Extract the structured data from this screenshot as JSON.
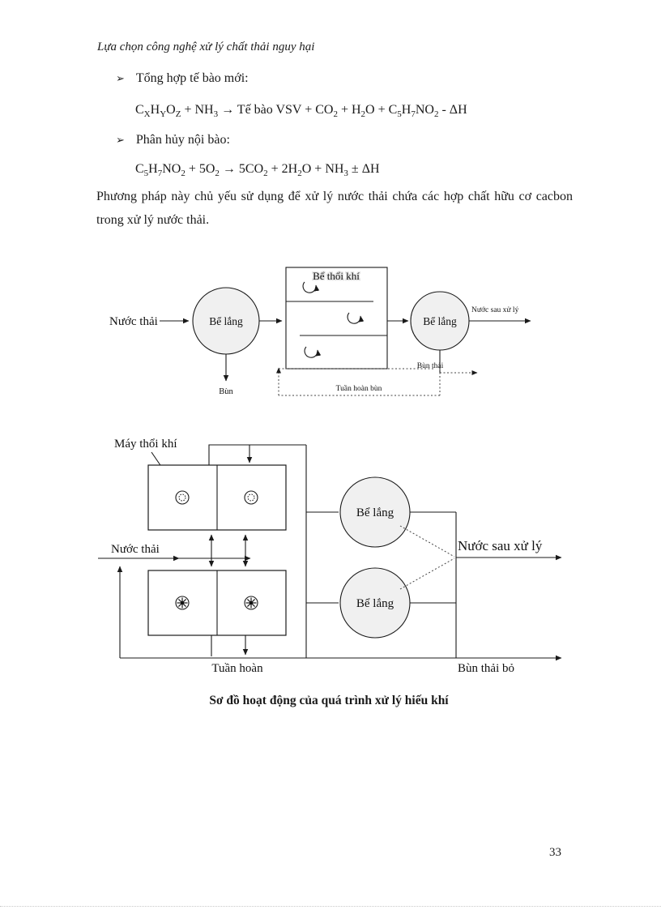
{
  "header": {
    "title": "Lựa chọn công nghệ xử lý chất thải nguy hại"
  },
  "content": {
    "bullet_marker": "➢",
    "bullet1": "Tổng hợp tế bào mới:",
    "equation1": [
      {
        "t": "C"
      },
      {
        "t": "X",
        "sub": true
      },
      {
        "t": "H"
      },
      {
        "t": "Y",
        "sub": true
      },
      {
        "t": "O"
      },
      {
        "t": "Z",
        "sub": true
      },
      {
        "t": " + NH"
      },
      {
        "t": "3",
        "sub": true
      },
      {
        "t": " → Tế bào VSV + CO"
      },
      {
        "t": "2",
        "sub": true
      },
      {
        "t": " + H"
      },
      {
        "t": "2",
        "sub": true
      },
      {
        "t": "O + C"
      },
      {
        "t": "5",
        "sub": true
      },
      {
        "t": "H"
      },
      {
        "t": "7",
        "sub": true
      },
      {
        "t": "NO"
      },
      {
        "t": "2",
        "sub": true
      },
      {
        "t": " - ΔH"
      }
    ],
    "bullet2": "Phân hủy nội bào:",
    "equation2": [
      {
        "t": "C"
      },
      {
        "t": "5",
        "sub": true
      },
      {
        "t": "H"
      },
      {
        "t": "7",
        "sub": true
      },
      {
        "t": "NO"
      },
      {
        "t": "2",
        "sub": true
      },
      {
        "t": " + 5O"
      },
      {
        "t": "2",
        "sub": true
      },
      {
        "t": " → 5CO"
      },
      {
        "t": "2",
        "sub": true
      },
      {
        "t": " + 2H"
      },
      {
        "t": "2",
        "sub": true
      },
      {
        "t": "O + NH"
      },
      {
        "t": "3",
        "sub": true
      },
      {
        "t": " ± ΔH"
      }
    ],
    "paragraph": "Phương pháp này chủ yếu sử dụng để xử lý nước thải  chứa các hợp chất hữu cơ cacbon trong xử lý nước thải.",
    "caption": "Sơ đồ hoạt động của quá trình xử lý hiếu khí"
  },
  "diagram1": {
    "influent_label": "Nước thải",
    "clarifier1_label": "Bể lắng",
    "aeration_tank_label": "Bể thổi khí",
    "clarifier2_label": "Bể lắng",
    "effluent_label": "Nước sau xử lý",
    "sludge_label": "Bùn",
    "waste_sludge_label": "Bùn thải",
    "recycle_label": "Tuần hoàn bùn"
  },
  "diagram2": {
    "blower_label": "Máy thổi khí",
    "influent_label": "Nước thải",
    "clarifier_top_label": "Bể lắng",
    "clarifier_bottom_label": "Bể lắng",
    "effluent_label": "Nước sau xử lý",
    "recycle_label": "Tuần hoàn",
    "waste_label": "Bùn thải bỏ"
  },
  "footer": {
    "page_number": "33"
  }
}
